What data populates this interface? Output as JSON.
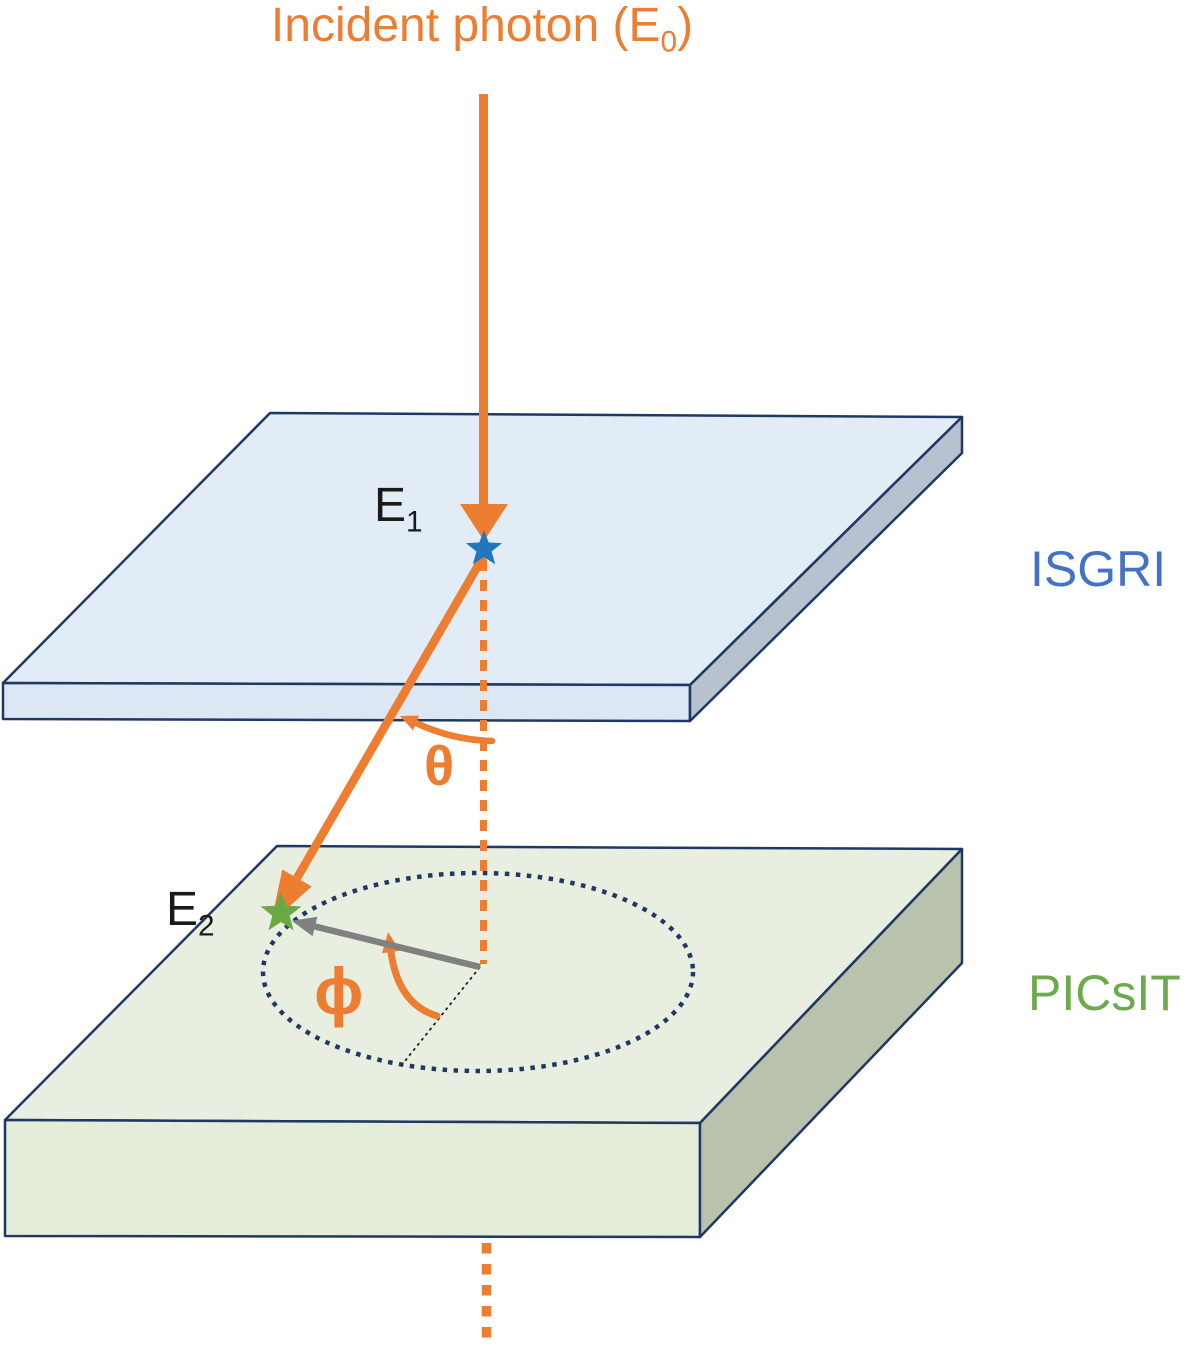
{
  "diagram": {
    "title": {
      "text": "Incident photon (E",
      "sub": "0",
      "suffix": ")"
    },
    "labels": {
      "e1": {
        "base": "E",
        "sub": "1"
      },
      "e2": {
        "base": "E",
        "sub": "2"
      },
      "scatter_angle": "θ",
      "azimuth_angle": "ϕ",
      "isgri": "ISGRI",
      "picsit": "PICsIT"
    }
  },
  "colors": {
    "orange": "#ED7D31",
    "navy": "#1F3864",
    "isgri-top": "#E2ECF7",
    "isgri-front": "#DDE7F3",
    "isgri-side": "#B7C1CF",
    "picsit-top": "#E9EFE0",
    "picsit-front": "#E4EDDA",
    "picsit-side": "#B9C2AD",
    "isgri-text": "#4472C4",
    "picsit-text": "#6CAA4B",
    "star-blue": "#1F77BE",
    "star-green": "#69A843",
    "gray": "#808080"
  }
}
